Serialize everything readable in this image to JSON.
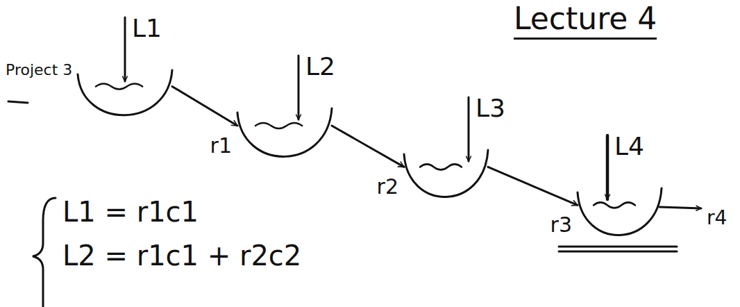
{
  "diagram": {
    "title": "Lecture 4",
    "nodes": [
      {
        "text": [
          "L1"
        ]
      },
      {
        "text": [
          "L2"
        ]
      },
      {
        "text": [
          "L3"
        ]
      },
      {
        "text": [
          "L4"
        ]
      }
    ],
    "edges": [
      {
        "from": 0,
        "to": 1,
        "arrow": "to",
        "label": "r1"
      },
      {
        "from": 1,
        "to": 2,
        "arrow": "to",
        "label": "r2"
      },
      {
        "from": 2,
        "to": 3,
        "arrow": "to",
        "label": "r3"
      }
    ],
    "labels": [
      "Project 3",
      "r4",
      "L1 = r1c1",
      "L2 = r1c1 + r2c2"
    ]
  }
}
